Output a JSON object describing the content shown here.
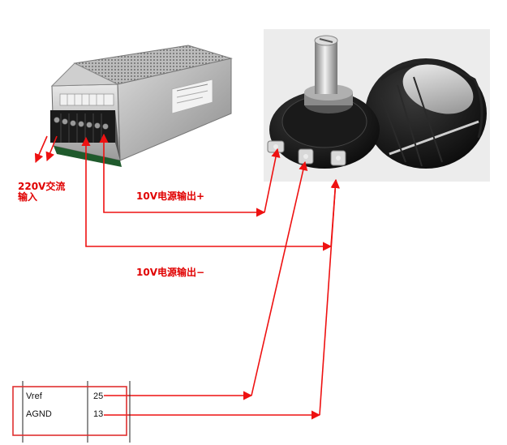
{
  "labels": {
    "ac_input_line1": "220V交流",
    "ac_input_line2": "输入",
    "dc_positive": "10V电源输出+",
    "dc_negative": "10V电源输出−"
  },
  "terminal_table": {
    "rows": [
      {
        "signal": "Vref",
        "pin": "25"
      },
      {
        "signal": "AGND",
        "pin": "13"
      }
    ]
  },
  "colors": {
    "wire": "#ee1111",
    "label": "#e00000",
    "table_border": "#e03030"
  }
}
